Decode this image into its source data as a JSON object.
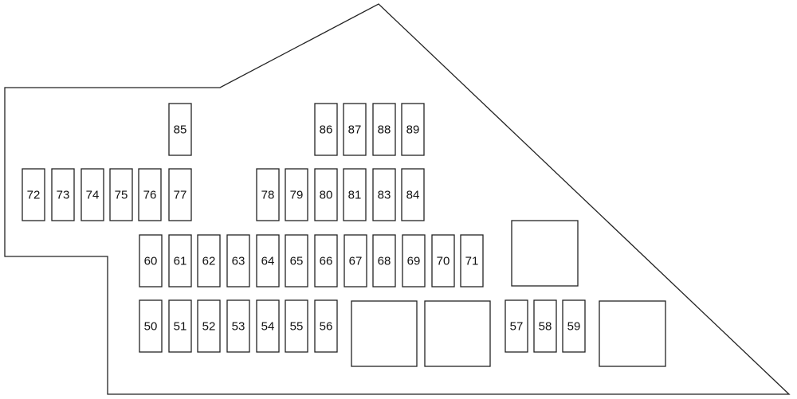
{
  "fuse_box": {
    "row_top": [
      "85",
      "86",
      "87",
      "88",
      "89"
    ],
    "row_upper": [
      "72",
      "73",
      "74",
      "75",
      "76",
      "77",
      "78",
      "79",
      "80",
      "81",
      "83",
      "84"
    ],
    "row_middle": [
      "60",
      "61",
      "62",
      "63",
      "64",
      "65",
      "66",
      "67",
      "68",
      "69",
      "70",
      "71"
    ],
    "row_bottom": [
      "50",
      "51",
      "52",
      "53",
      "54",
      "55",
      "56",
      "57",
      "58",
      "59"
    ],
    "relay_count": 4
  }
}
